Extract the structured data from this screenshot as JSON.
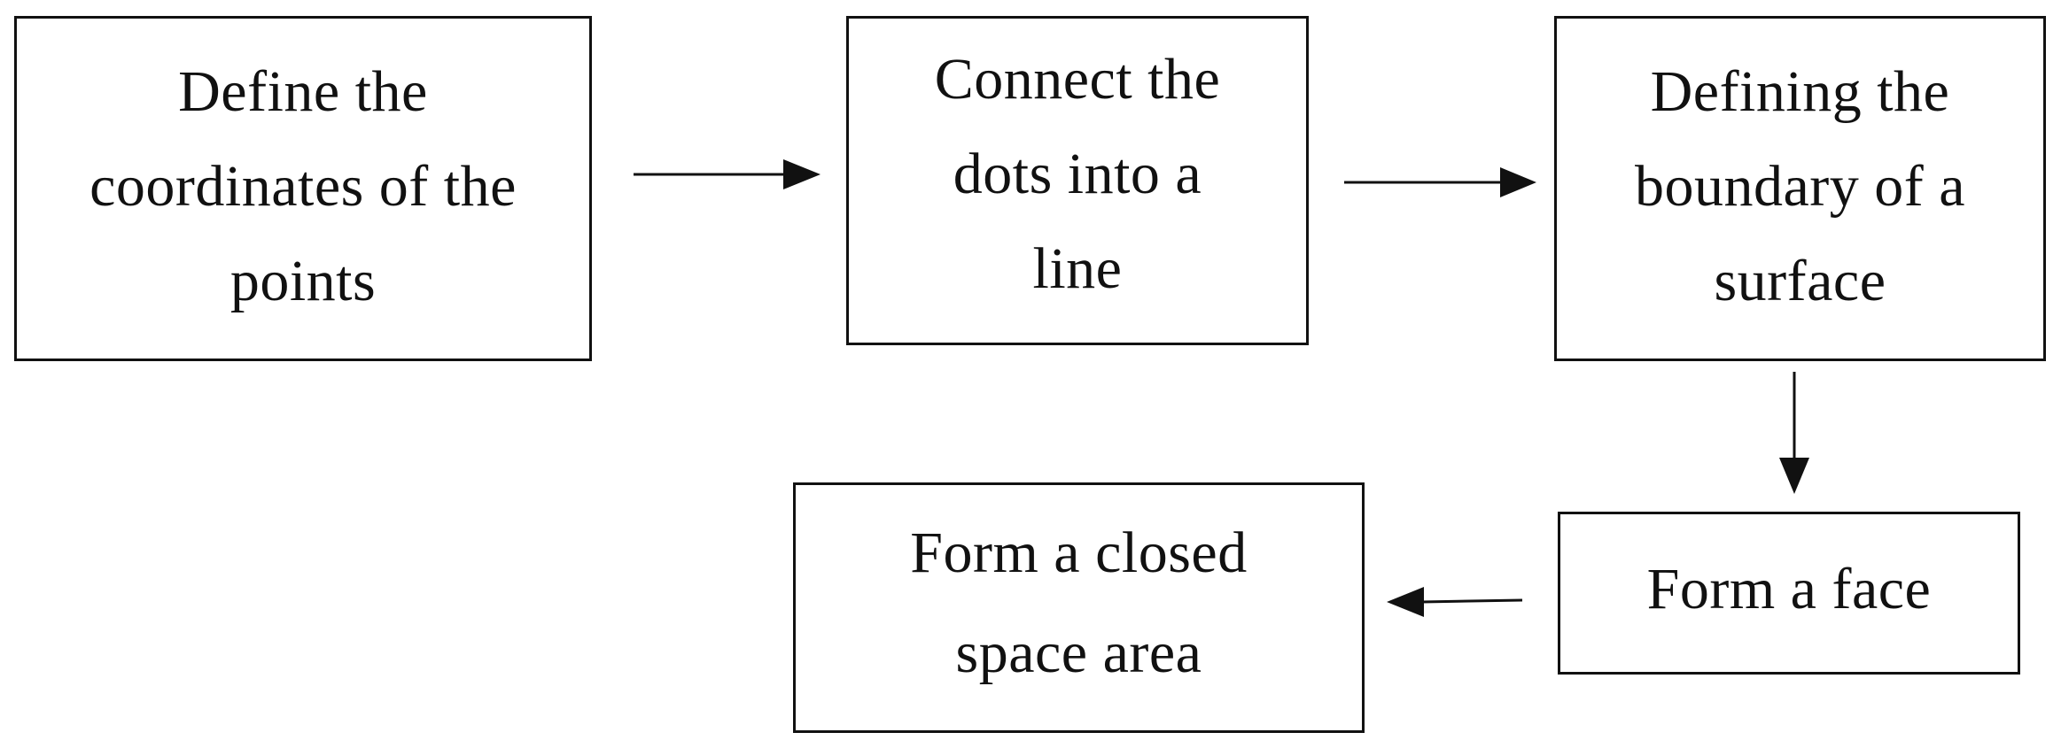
{
  "steps": [
    {
      "label": "Define the\ncoordinates of the\npoints"
    },
    {
      "label": "Connect the\ndots into a\nline"
    },
    {
      "label": "Defining the\nboundary of a\nsurface"
    },
    {
      "label": "Form a face"
    },
    {
      "label": "Form a closed\nspace area"
    }
  ],
  "colors": {
    "line": "#111111",
    "background": "#ffffff"
  }
}
